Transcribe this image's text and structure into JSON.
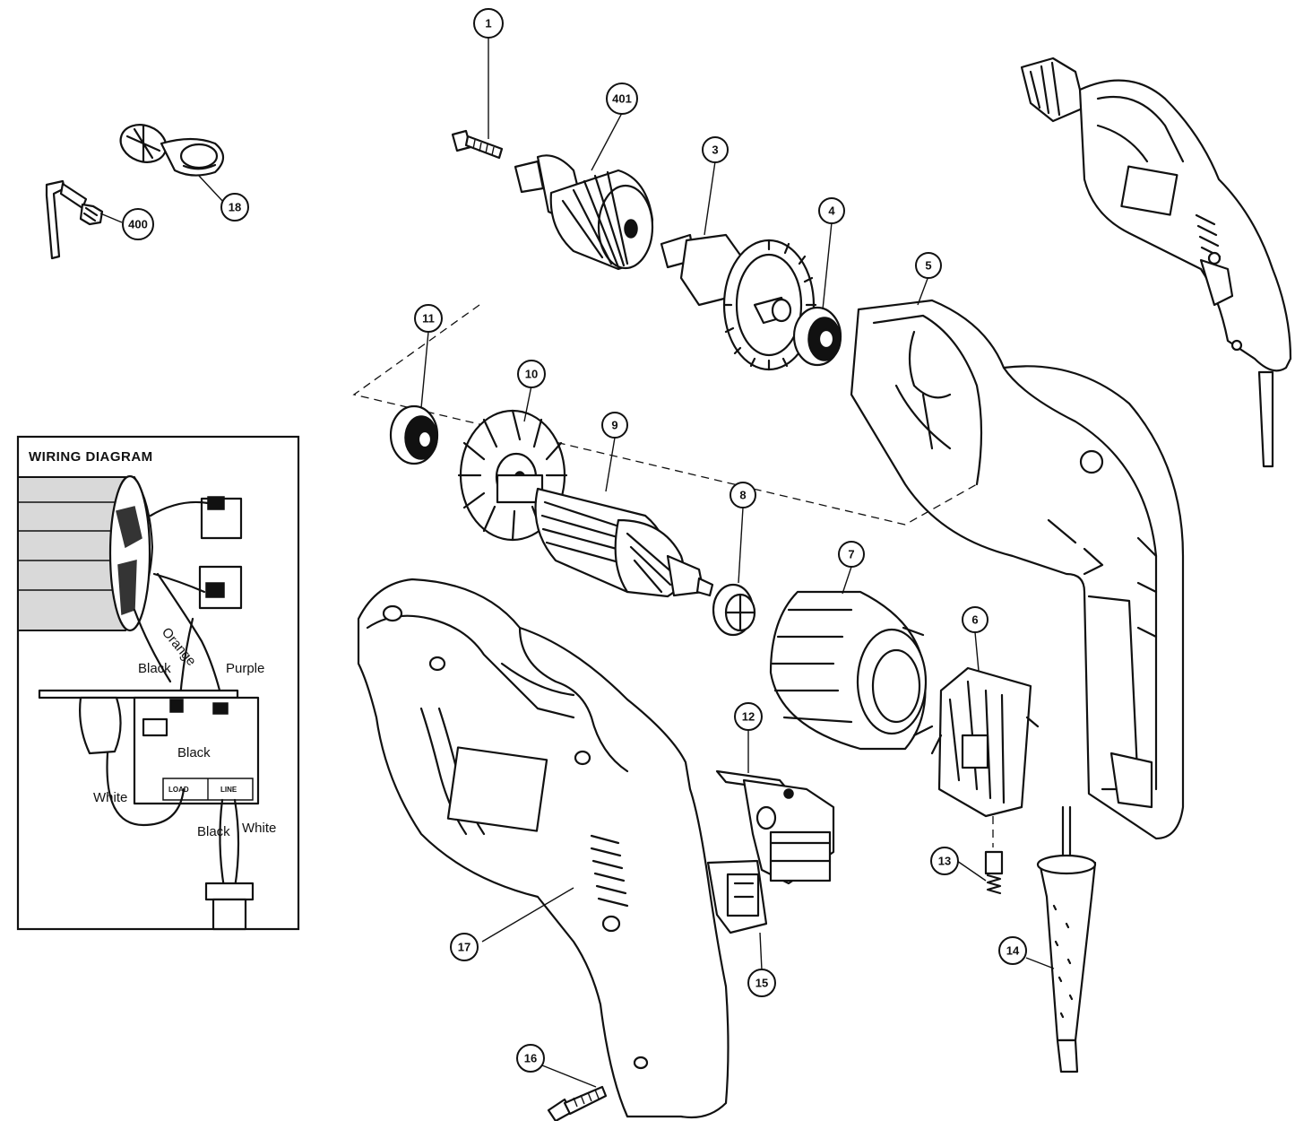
{
  "wiring_diagram": {
    "title": "WIRING DIAGRAM",
    "labels": {
      "orange": "Orange",
      "black_top": "Black",
      "purple": "Purple",
      "black_mid": "Black",
      "white_left": "White",
      "load": "LOAD",
      "line": "LINE",
      "black_bottom": "Black",
      "white_bottom": "White"
    }
  },
  "callouts": {
    "c1": "1",
    "c401": "401",
    "c3": "3",
    "c4": "4",
    "c5": "5",
    "c6": "6",
    "c7": "7",
    "c8": "8",
    "c9": "9",
    "c10": "10",
    "c11": "11",
    "c12": "12",
    "c13": "13",
    "c14": "14",
    "c15": "15",
    "c16": "16",
    "c17": "17",
    "c18": "18",
    "c400": "400"
  }
}
